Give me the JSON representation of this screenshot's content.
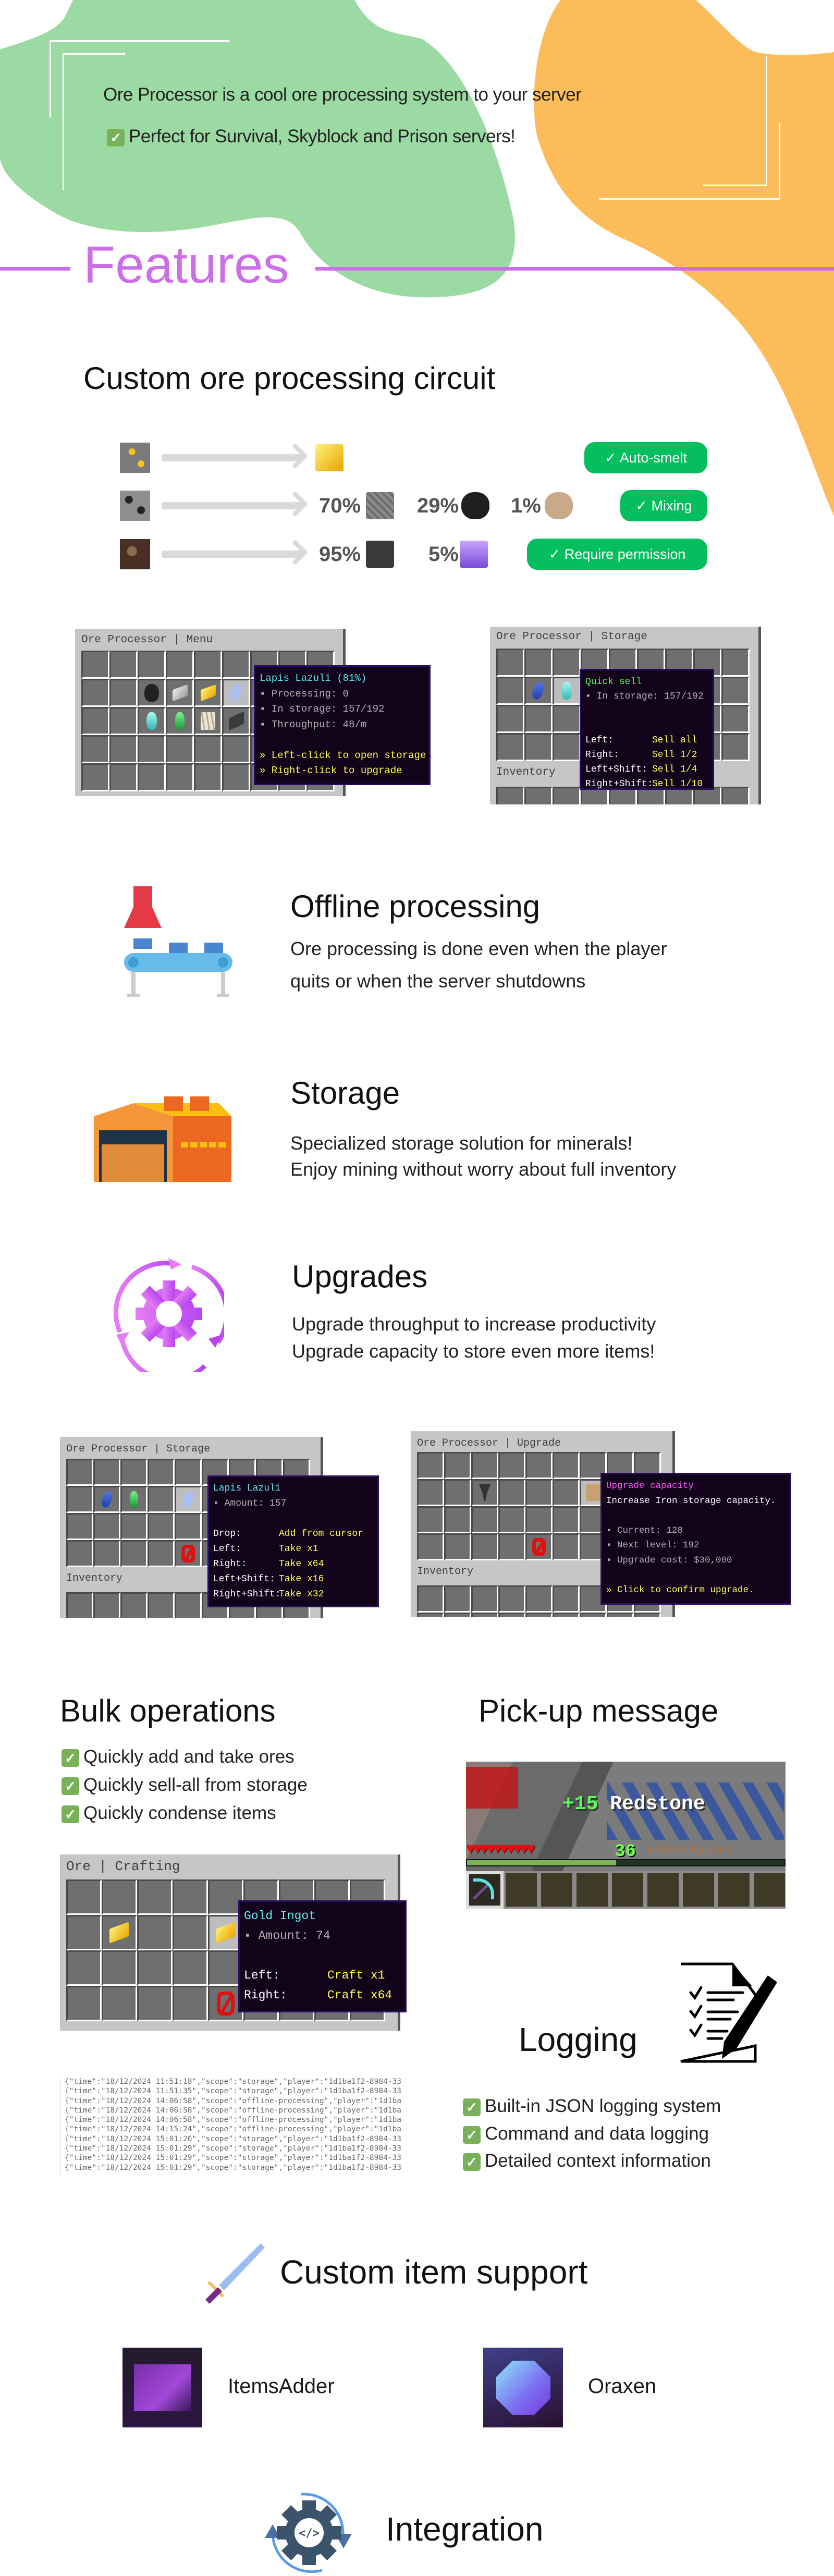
{
  "hero": {
    "intro": "Ore Processor is a cool ore processing system to your server",
    "check_line": "Perfect for Survival, Skyblock and Prison servers!",
    "check_icon": "check-mark-button-icon",
    "blob_colors": {
      "green": "#9bdaa2",
      "orange": "#fdbc5a"
    }
  },
  "features_title": "Features",
  "accent_color": "#cc6ee6",
  "circuit": {
    "title": "Custom ore processing circuit",
    "rows": [
      {
        "input": "gold-ore-icon",
        "outputs": [
          {
            "pct": "",
            "icon": "gold-ingot-icon"
          }
        ],
        "badge": "✓ Auto-smelt"
      },
      {
        "input": "coal-ore-icon",
        "outputs": [
          {
            "pct": "70%",
            "icon": "cobblestone-icon"
          },
          {
            "pct": "29%",
            "icon": "coal-icon"
          },
          {
            "pct": "1%",
            "icon": "raw-iron-icon"
          }
        ],
        "badge": "✓ Mixing"
      },
      {
        "input": "ancient-debris-icon",
        "outputs": [
          {
            "pct": "95%",
            "icon": "netherite-scrap-icon"
          },
          {
            "pct": "5%",
            "icon": "amethyst-cluster-icon"
          }
        ],
        "badge": "✓ Require permission"
      }
    ],
    "badge_color": "#05bf5f"
  },
  "guis": {
    "menu": {
      "title": "Ore Processor | Menu",
      "items": [
        {
          "slot": 11,
          "icon": "coal"
        },
        {
          "slot": 12,
          "icon": "iron"
        },
        {
          "slot": 13,
          "icon": "gold"
        },
        {
          "slot": 14,
          "icon": "lapis_pale",
          "hl": true
        },
        {
          "slot": 20,
          "icon": "diamond"
        },
        {
          "slot": 21,
          "icon": "emerald"
        },
        {
          "slot": 22,
          "icon": "quartz"
        },
        {
          "slot": 23,
          "icon": "netherite"
        }
      ],
      "tooltip": [
        {
          "t": "Lapis Lazuli (81%)",
          "c": "aqua"
        },
        {
          "t": "▪ Processing: 0",
          "c": "gray"
        },
        {
          "t": "▪ In storage: 157/192",
          "c": "gray"
        },
        {
          "t": "▪ Throughput: 48/m",
          "c": "gray"
        },
        {
          "t": ""
        },
        {
          "t": "» Left-click to open storage",
          "c": "yellow"
        },
        {
          "t": "» Right-click to upgrade",
          "c": "yellow"
        }
      ]
    },
    "storage": {
      "title": "Ore Processor | Storage",
      "inventory_label": "Inventory",
      "items": [
        {
          "slot": 10,
          "icon": "lapis"
        },
        {
          "slot": 11,
          "icon": "diamond",
          "hl": true
        }
      ],
      "tooltip": [
        {
          "t": "Quick sell",
          "c": "green"
        },
        {
          "t": "▪ In storage: 157/192",
          "c": "gray"
        },
        {
          "t": ""
        },
        {
          "t": ""
        },
        {
          "k": "Left:",
          "v": "Sell all"
        },
        {
          "k": "Right:",
          "v": "Sell 1/2"
        },
        {
          "k": "Left+Shift:",
          "v": "Sell 1/4"
        },
        {
          "k": "Right+Shift:",
          "v": "Sell 1/10"
        }
      ]
    },
    "storage2": {
      "title": "Ore Processor | Storage",
      "inventory_label": "Inventory",
      "items": [
        {
          "slot": 10,
          "icon": "lapis"
        },
        {
          "slot": 11,
          "icon": "emerald"
        },
        {
          "slot": 13,
          "icon": "lapis_pale",
          "hl": true
        },
        {
          "slot": 31,
          "icon": "barrier"
        }
      ],
      "tooltip": [
        {
          "t": "Lapis Lazuli",
          "c": "aqua"
        },
        {
          "t": "▪ Amount: 157",
          "c": "gray"
        },
        {
          "t": ""
        },
        {
          "k": "Drop:",
          "v": "Add from cursor"
        },
        {
          "k": "Left:",
          "v": "Take x1"
        },
        {
          "k": "Right:",
          "v": "Take x64"
        },
        {
          "k": "Left+Shift:",
          "v": "Take x16"
        },
        {
          "k": "Right+Shift:",
          "v": "Take x32"
        }
      ]
    },
    "upgrade": {
      "title": "Ore Processor | Upgrade",
      "inventory_label": "Inventory",
      "items": [
        {
          "slot": 11,
          "icon": "hopper"
        },
        {
          "slot": 15,
          "icon": "chest",
          "hl": true
        },
        {
          "slot": 31,
          "icon": "barrier"
        }
      ],
      "tooltip": [
        {
          "t": "Upgrade capacity",
          "c": "purple"
        },
        {
          "t": "Increase Iron storage capacity.",
          "c": "white"
        },
        {
          "t": ""
        },
        {
          "t": "▪ Current: 128",
          "c": "gray"
        },
        {
          "t": "▪ Next level: 192",
          "c": "gray"
        },
        {
          "t": "▪ Upgrade cost: $30,000",
          "c": "gray"
        },
        {
          "t": ""
        },
        {
          "t": "» Click to confirm upgrade.",
          "c": "yellow"
        }
      ]
    },
    "crafting": {
      "title": "Ore | Crafting",
      "items": [
        {
          "slot": 10,
          "icon": "gold"
        },
        {
          "slot": 13,
          "icon": "gold",
          "hl": true
        },
        {
          "slot": 31,
          "icon": "barrier"
        }
      ],
      "tooltip": [
        {
          "t": "Gold Ingot",
          "c": "aqua"
        },
        {
          "t": "▪ Amount: 74",
          "c": "gray"
        },
        {
          "t": ""
        },
        {
          "k": "Left:",
          "v": "Craft x1"
        },
        {
          "k": "Right:",
          "v": "Craft x64"
        }
      ]
    }
  },
  "offline": {
    "title": "Offline processing",
    "lines": [
      "Ore processing is done even when the player",
      "quits or when the server shutdowns"
    ]
  },
  "storage": {
    "title": "Storage",
    "lines": [
      "Specialized storage solution for minerals!",
      "Enjoy mining without worry about full inventory"
    ]
  },
  "upgrades": {
    "title": "Upgrades",
    "lines": [
      "Upgrade throughput to increase productivity",
      "Upgrade capacity to store even more items!"
    ]
  },
  "bulk": {
    "title": "Bulk operations",
    "items": [
      "Quickly add and take ores",
      "Quickly sell-all from storage",
      "Quickly condense items"
    ]
  },
  "pickup": {
    "title": "Pick-up message",
    "amount": "+15",
    "item": "Redstone",
    "level": "36",
    "hearts": 10,
    "food": 10,
    "xp_progress": 0.47
  },
  "logging": {
    "title": "Logging",
    "items": [
      "Built-in JSON logging system",
      "Command and data logging",
      "Detailed context information"
    ],
    "log_lines": [
      "{\"time\":\"18/12/2024 11:51:18\",\"scope\":\"storage\",\"player\":\"1d1ba1f2-8984-33",
      "{\"time\":\"18/12/2024 11:51:35\",\"scope\":\"storage\",\"player\":\"1d1ba1f2-8984-33",
      "{\"time\":\"18/12/2024 14:06:58\",\"scope\":\"offline-processing\",\"player\":\"1d1ba",
      "{\"time\":\"18/12/2024 14:06:58\",\"scope\":\"offline-processing\",\"player\":\"1d1ba",
      "{\"time\":\"18/12/2024 14:06:58\",\"scope\":\"offline-processing\",\"player\":\"1d1ba",
      "{\"time\":\"18/12/2024 14:15:24\",\"scope\":\"offline-processing\",\"player\":\"1d1ba",
      "{\"time\":\"18/12/2024 15:01:26\",\"scope\":\"storage\",\"player\":\"1d1ba1f2-8984-33",
      "{\"time\":\"18/12/2024 15:01:29\",\"scope\":\"storage\",\"player\":\"1d1ba1f2-8984-33",
      "{\"time\":\"18/12/2024 15:01:29\",\"scope\":\"storage\",\"player\":\"1d1ba1f2-8984-33",
      "{\"time\":\"18/12/2024 15:01:29\",\"scope\":\"storage\",\"player\":\"1d1ba1f2-8984-33"
    ]
  },
  "custom_items": {
    "title": "Custom item support",
    "plugins": [
      {
        "name": "ItemsAdder",
        "icon": "itemsadder-logo"
      },
      {
        "name": "Oraxen",
        "icon": "oraxen-logo"
      }
    ]
  },
  "integration": {
    "title": "Integration"
  }
}
